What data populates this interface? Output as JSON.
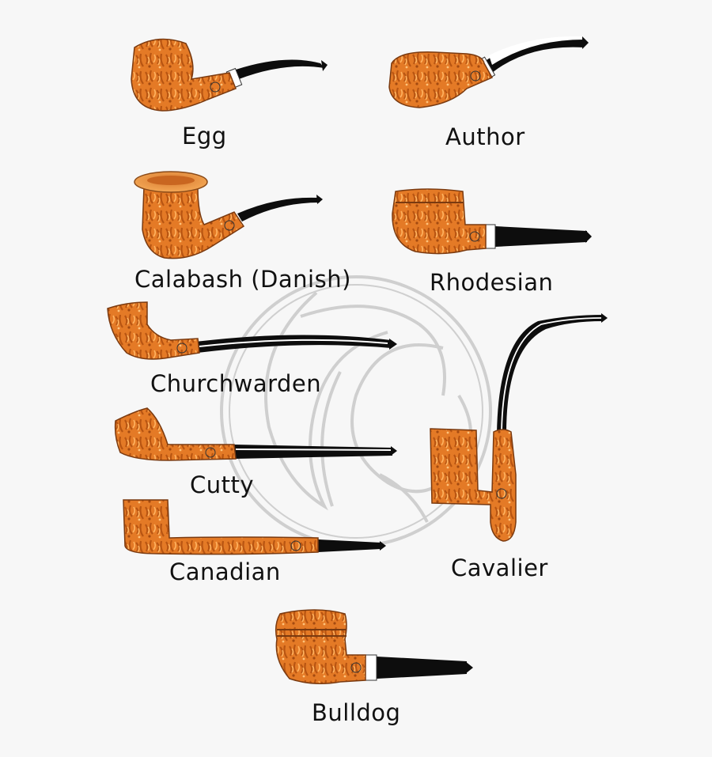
{
  "colors": {
    "background": "#f7f7f7",
    "briar": "#e07824",
    "briar_light": "#f3a04a",
    "briar_outline": "#8a3e10",
    "stem": "#0d0d0d",
    "band": "#ffffff",
    "watermark": "#c8c8c8",
    "label": "#111111"
  },
  "pipes": [
    {
      "id": "egg",
      "label": "Egg"
    },
    {
      "id": "author",
      "label": "Author"
    },
    {
      "id": "calabash",
      "label": "Calabash (Danish)"
    },
    {
      "id": "rhodesian",
      "label": "Rhodesian"
    },
    {
      "id": "churchwarden",
      "label": "Churchwarden"
    },
    {
      "id": "cutty",
      "label": "Cutty"
    },
    {
      "id": "canadian",
      "label": "Canadian"
    },
    {
      "id": "cavalier",
      "label": "Cavalier"
    },
    {
      "id": "bulldog",
      "label": "Bulldog"
    }
  ],
  "watermark": {
    "icon": "monogram-logo"
  }
}
